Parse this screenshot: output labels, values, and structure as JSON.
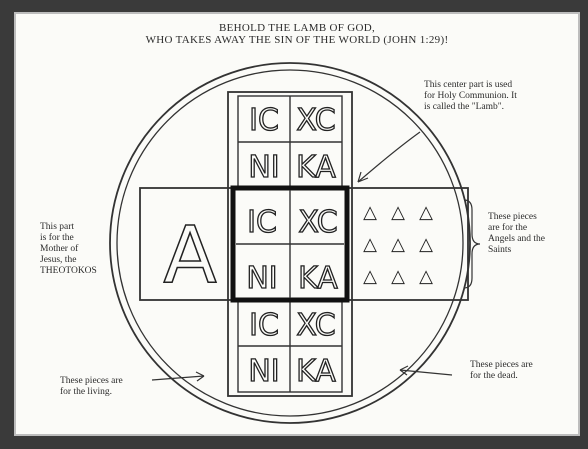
{
  "title_line1": "BEHOLD THE LAMB OF GOD,",
  "title_line2": "WHO TAKES AWAY THE SIN OF THE WORLD (JOHN 1:29)!",
  "annotations": {
    "lamb": [
      "This center part is used",
      "for Holy Communion. It",
      "is called the \"Lamb\"."
    ],
    "theotokos": [
      "This part",
      "is for the",
      "Mother of",
      "Jesus, the",
      "THEOTOKOS"
    ],
    "angels": [
      "These pieces",
      "are for the",
      "Angels and the",
      "Saints"
    ],
    "living": [
      "These pieces are",
      "for the living."
    ],
    "dead": [
      "These pieces are",
      "for the dead."
    ]
  },
  "seal": {
    "letters_ic": "IC",
    "letters_xc": "XC",
    "letters_ni": "NI",
    "letters_ka": "KA",
    "theotokos_letter": "A",
    "triangle_glyph": "△"
  }
}
